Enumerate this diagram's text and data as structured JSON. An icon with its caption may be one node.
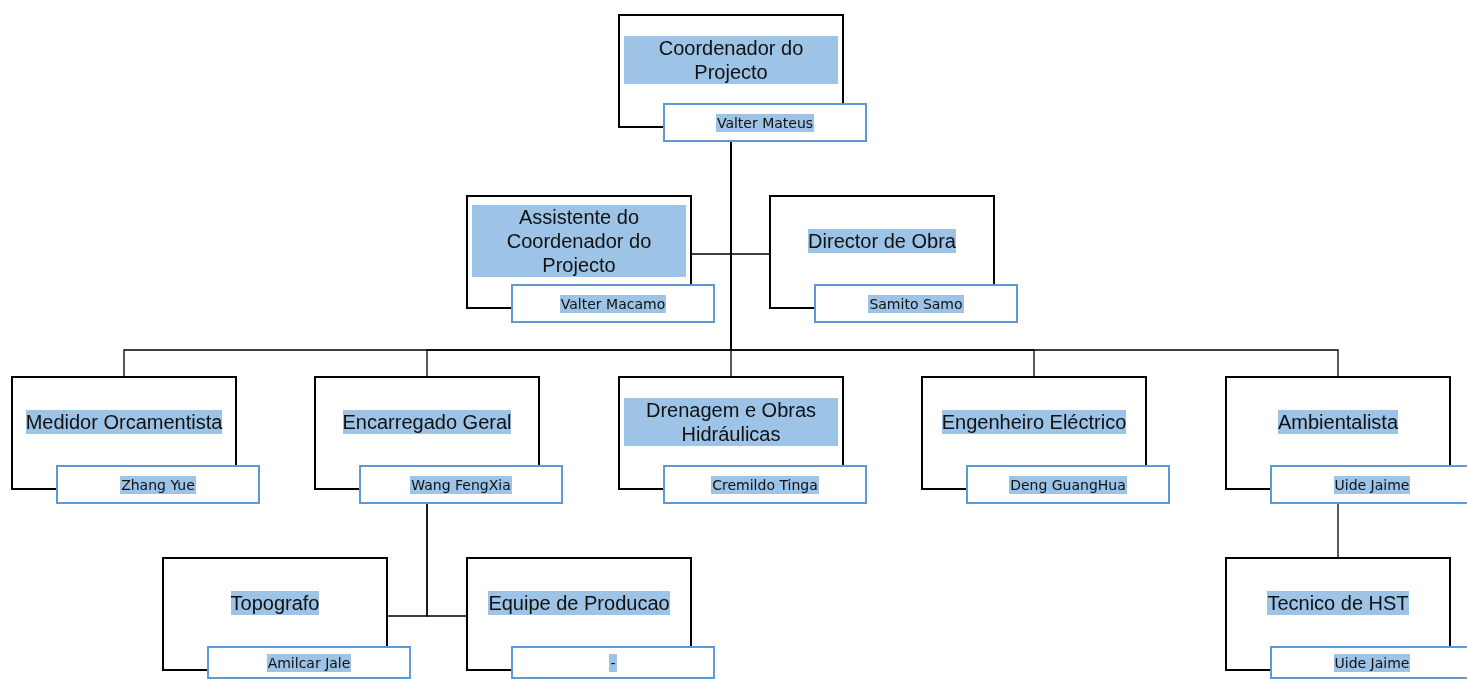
{
  "diagram": {
    "nodes": [
      {
        "text": [
          "Coordenador do Projecto",
          "Valter Mateus"
        ]
      },
      {
        "text": [
          "Assistente do Coordenador do Projecto",
          "Valter Macamo"
        ]
      },
      {
        "text": [
          "Director de Obra",
          "Samito Samo"
        ]
      },
      {
        "text": [
          "Medidor Orcamentista",
          "Zhang Yue"
        ]
      },
      {
        "text": [
          "Encarregado Geral",
          "Wang FengXia"
        ]
      },
      {
        "text": [
          "Drenagem e Obras Hidráulicas",
          "Cremildo Tinga"
        ]
      },
      {
        "text": [
          "Engenheiro Eléctrico",
          "Deng GuangHua"
        ]
      },
      {
        "text": [
          "Ambientalista",
          "Uide Jaime"
        ]
      },
      {
        "text": [
          "Topografo",
          "Amilcar Jale"
        ]
      },
      {
        "text": [
          "Equipe de Producao",
          "-"
        ]
      },
      {
        "text": [
          "Tecnico de HST",
          "Uide Jaime"
        ]
      }
    ],
    "edges": [
      {
        "from": 0,
        "to": 1,
        "arrow": "none"
      },
      {
        "from": 0,
        "to": 2,
        "arrow": "none"
      },
      {
        "from": 0,
        "to": 3,
        "arrow": "none"
      },
      {
        "from": 0,
        "to": 4,
        "arrow": "none"
      },
      {
        "from": 0,
        "to": 5,
        "arrow": "none"
      },
      {
        "from": 0,
        "to": 6,
        "arrow": "none"
      },
      {
        "from": 0,
        "to": 7,
        "arrow": "none"
      },
      {
        "from": 4,
        "to": 8,
        "arrow": "none"
      },
      {
        "from": 4,
        "to": 9,
        "arrow": "none"
      },
      {
        "from": 7,
        "to": 10,
        "arrow": "none"
      }
    ]
  }
}
